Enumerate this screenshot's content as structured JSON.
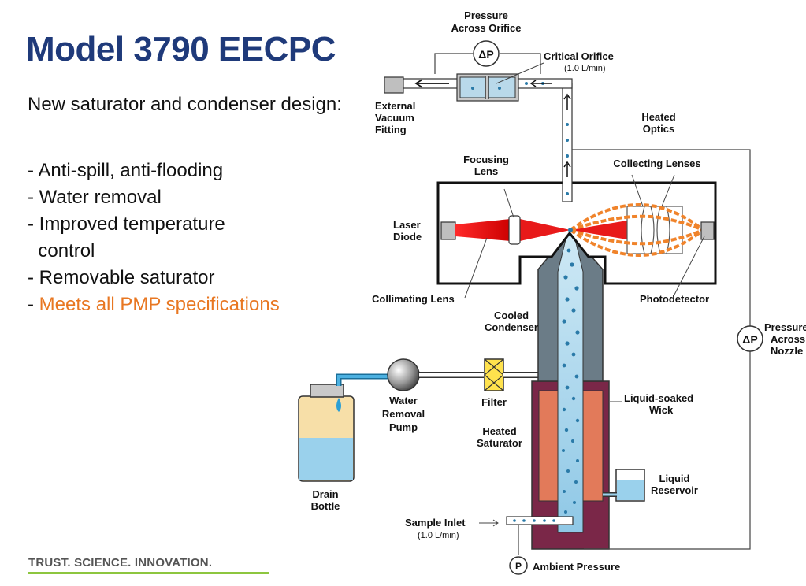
{
  "slide": {
    "title": "Model 3790 EECPC",
    "intro": "New saturator and condenser design:",
    "bullets": [
      {
        "prefix": "- ",
        "text": "Anti-spill, anti-flooding"
      },
      {
        "prefix": "- ",
        "text": "Water removal"
      },
      {
        "prefix": "- ",
        "text": "Improved temperature"
      },
      {
        "prefix": "  ",
        "text": "control"
      },
      {
        "prefix": "- ",
        "text": "Removable saturator"
      },
      {
        "prefix": "- ",
        "text": "Meets all PMP specifications"
      }
    ],
    "footer": "TRUST. SCIENCE. INNOVATION.",
    "colors": {
      "title": "#1f3a7a",
      "highlight": "#e87722",
      "footer_line": "#8dc63f"
    }
  },
  "diagram": {
    "labels": {
      "pressure_orifice_1": "Pressure",
      "pressure_orifice_2": "Across Orifice",
      "delta_p": "ΔP",
      "critical_orifice": "Critical Orifice",
      "critical_orifice_flow": "(1.0 L/min)",
      "external_vacuum_1": "External",
      "external_vacuum_2": "Vacuum",
      "external_vacuum_3": "Fitting",
      "heated_optics_1": "Heated",
      "heated_optics_2": "Optics",
      "focusing_lens_1": "Focusing",
      "focusing_lens_2": "Lens",
      "collecting_lenses": "Collecting Lenses",
      "laser_diode_1": "Laser",
      "laser_diode_2": "Diode",
      "collimating_lens": "Collimating Lens",
      "photodetector": "Photodetector",
      "cooled_condenser_1": "Cooled",
      "cooled_condenser_2": "Condenser",
      "pressure_nozzle_1": "Pressure",
      "pressure_nozzle_2": "Across",
      "pressure_nozzle_3": "Nozzle",
      "water_removal_1": "Water",
      "water_removal_2": "Removal",
      "water_removal_3": "Pump",
      "filter": "Filter",
      "liquid_wick_1": "Liquid-soaked",
      "liquid_wick_2": "Wick",
      "heated_saturator_1": "Heated",
      "heated_saturator_2": "Saturator",
      "liquid_reservoir_1": "Liquid",
      "liquid_reservoir_2": "Reservoir",
      "drain_bottle_1": "Drain",
      "drain_bottle_2": "Bottle",
      "sample_inlet": "Sample Inlet",
      "sample_inlet_flow": "(1.0 L/min)",
      "p_symbol": "P",
      "ambient_pressure": "Ambient Pressure"
    }
  }
}
